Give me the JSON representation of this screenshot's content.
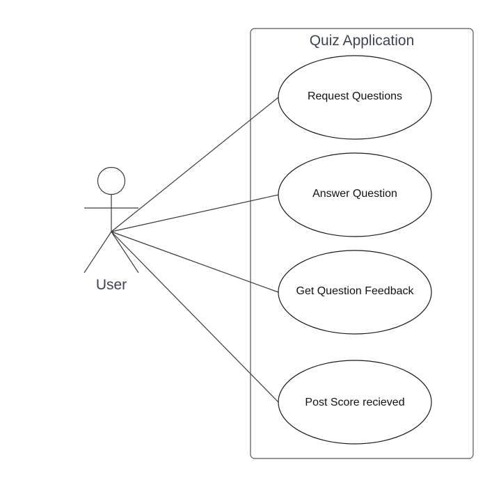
{
  "system": {
    "title": "Quiz Application"
  },
  "actor": {
    "label": "User"
  },
  "use_cases": [
    {
      "label": "Request Questions"
    },
    {
      "label": "Answer Question"
    },
    {
      "label": "Get Question Feedback"
    },
    {
      "label": "Post Score recieved"
    }
  ],
  "colors": {
    "line": "#3a3a3a",
    "title_text": "#3d4350",
    "label_text": "#111111"
  }
}
